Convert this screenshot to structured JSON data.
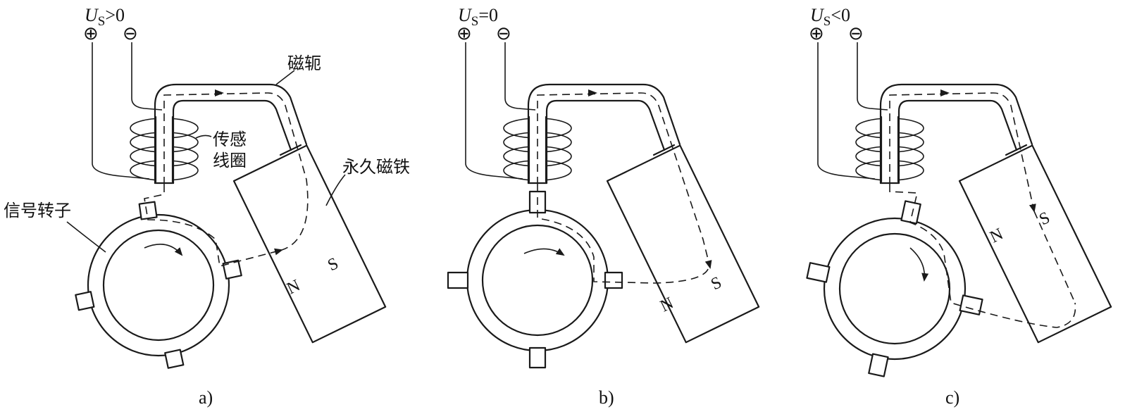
{
  "panels": [
    {
      "voltage": {
        "symbol": "U",
        "subscript": "S",
        "relation": ">0"
      },
      "terminals": {
        "plus": "⊕",
        "minus": "⊖"
      },
      "poles": {
        "north": "N",
        "south": "S"
      },
      "caption": "a)"
    },
    {
      "voltage": {
        "symbol": "U",
        "subscript": "S",
        "relation": "=0"
      },
      "terminals": {
        "plus": "⊕",
        "minus": "⊖"
      },
      "poles": {
        "north": "N",
        "south": "S"
      },
      "caption": "b)"
    },
    {
      "voltage": {
        "symbol": "U",
        "subscript": "S",
        "relation": "<0"
      },
      "terminals": {
        "plus": "⊕",
        "minus": "⊖"
      },
      "poles": {
        "north": "N",
        "south": "S"
      },
      "caption": "c)"
    }
  ],
  "labels": {
    "yoke": "磁轭",
    "coil_line1": "传感",
    "coil_line2": "线圈",
    "magnet": "永久磁铁",
    "rotor": "信号转子"
  }
}
